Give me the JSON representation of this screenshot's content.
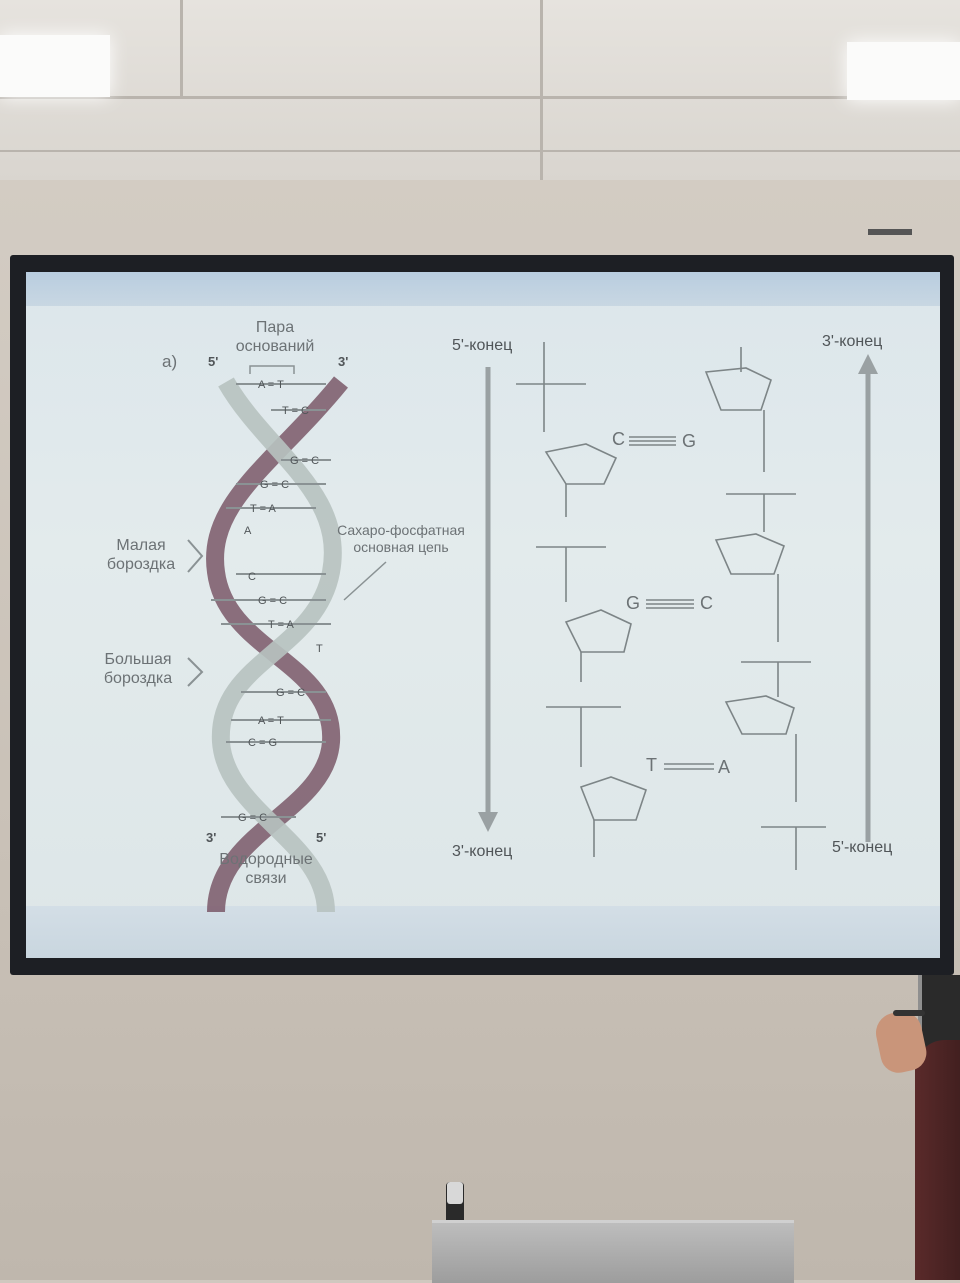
{
  "slide": {
    "panel_label": "а)",
    "helix": {
      "base_pair_label_line1": "Пара",
      "base_pair_label_line2": "оснований",
      "top_left_end": "5'",
      "top_right_end": "3'",
      "bottom_left_end": "3'",
      "bottom_right_end": "5'",
      "minor_groove_line1": "Малая",
      "minor_groove_line2": "бороздка",
      "major_groove_line1": "Большая",
      "major_groove_line2": "бороздка",
      "backbone_line1": "Сахаро-фосфатная",
      "backbone_line2": "основная цепь",
      "hbonds_line1": "Водородные",
      "hbonds_line2": "связи",
      "pairs": [
        "A = T",
        "T = C",
        "G = C",
        "G = C",
        "T = A",
        "A",
        "C",
        "G = C",
        "T = A",
        "T",
        "G = C",
        "A = T",
        "C = G",
        "G = C"
      ]
    },
    "structure": {
      "left_top": "5'-конец",
      "left_bottom": "3'-конец",
      "right_top": "3'-конец",
      "right_bottom": "5'-конец",
      "left_bases": [
        "C",
        "G",
        "T"
      ],
      "right_bases": [
        "G",
        "C",
        "A"
      ]
    }
  },
  "colors": {
    "helix_dark_strand": "#6e4a5a",
    "helix_light_strand": "#b9c3c2",
    "text": "#6c7275",
    "screen_bg": "#e0e9eb"
  }
}
